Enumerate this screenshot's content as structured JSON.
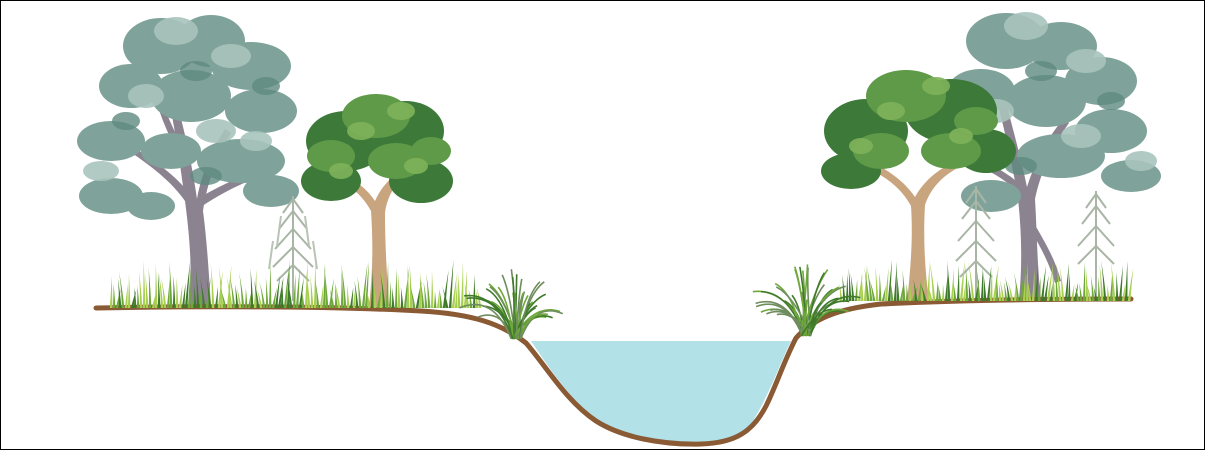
{
  "scene": {
    "subject": "riparian-cross-section",
    "colors": {
      "background": "#ffffff",
      "frame": "#000000",
      "soil": "#8a5a34",
      "water": "#b3e1e8",
      "trunk_tan": "#c9a57f",
      "trunk_grey": "#8c8391",
      "canopy_green_dark": "#3d7a3a",
      "canopy_green_mid": "#5f9a48",
      "canopy_green_light": "#7fb25a",
      "canopy_grey_green": "#7fa39a",
      "canopy_grey_green_light": "#a9c4bd",
      "grass_light": "#a8cf4f",
      "grass_mid": "#6ea83a",
      "grass_dark": "#3f7a2a",
      "sedge": "#6f8d5e",
      "sapling": "#a9b6a6"
    },
    "elements": [
      "eucalyptus-tree-left",
      "green-tree-left",
      "sapling-left",
      "eucalyptus-tree-right",
      "green-tree-right",
      "sapling-right-1",
      "sapling-right-2",
      "sedge-clump-left",
      "sedge-clump-right",
      "grass-strip-left",
      "grass-strip-right",
      "creek-water",
      "bank-outline"
    ]
  }
}
